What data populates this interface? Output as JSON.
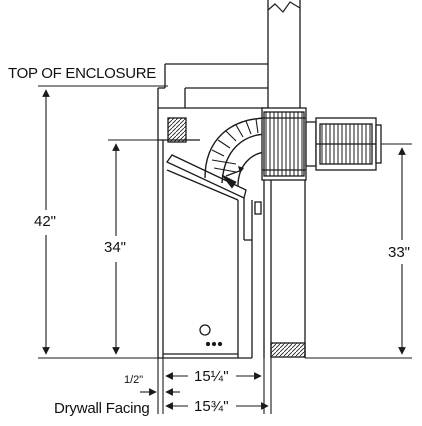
{
  "diagram": {
    "top_label": "TOP OF ENCLOSURE",
    "dim_left_outer": "42\"",
    "dim_left_inner": "34\"",
    "dim_right": "33\"",
    "dim_half": "1/2\"",
    "drywall_label": "Drywall Facing",
    "dim_bottom_upper": "15¼\"",
    "dim_bottom_lower": "15¾\""
  },
  "colors": {
    "ink": "#1a1a1a",
    "paper": "#ffffff"
  }
}
